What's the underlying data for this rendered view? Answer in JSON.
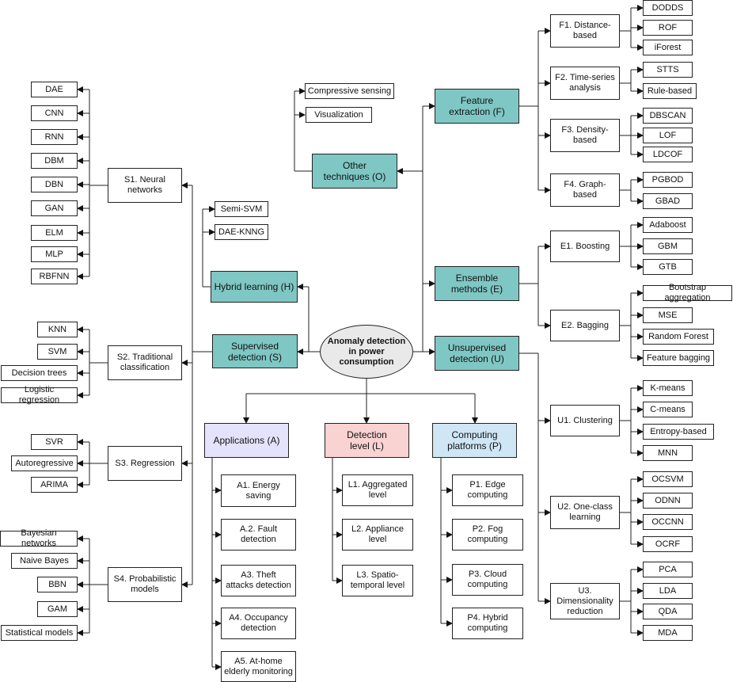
{
  "root": {
    "label": "Anomaly detection\nin power\nconsumption"
  },
  "supervised": {
    "label": "Supervised\ndetection (S)",
    "groups": [
      {
        "label": "S1. Neural\nnetworks",
        "items": [
          "DAE",
          "CNN",
          "RNN",
          "DBM",
          "DBN",
          "GAN",
          "ELM",
          "MLP",
          "RBFNN"
        ]
      },
      {
        "label": "S2. Traditional\nclassification",
        "items": [
          "KNN",
          "SVM",
          "Decision trees",
          "Logistic regression"
        ]
      },
      {
        "label": "S3. Regression",
        "items": [
          "SVR",
          "Autoregressive",
          "ARIMA"
        ]
      },
      {
        "label": "S4. Probabilistic\nmodels",
        "items": [
          "Bayesian networks",
          "Naive Bayes",
          "BBN",
          "GAM",
          "Statistical models"
        ]
      }
    ]
  },
  "hybrid": {
    "label": "Hybrid learning (H)",
    "items": [
      "Semi-SVM",
      "DAE-KNNG"
    ]
  },
  "other": {
    "label": "Other\ntechniques (O)",
    "items": [
      "Compressive sensing",
      "Visualization"
    ]
  },
  "feature": {
    "label": "Feature\nextraction (F)",
    "groups": [
      {
        "label": "F1. Distance-\nbased",
        "items": [
          "DODDS",
          "ROF",
          "iForest"
        ]
      },
      {
        "label": "F2. Time-series\nanalysis",
        "items": [
          "STTS",
          "Rule-based"
        ]
      },
      {
        "label": "F3. Density-\nbased",
        "items": [
          "DBSCAN",
          "LOF",
          "LDCOF"
        ]
      },
      {
        "label": "F4. Graph-\nbased",
        "items": [
          "PGBOD",
          "GBAD"
        ]
      }
    ]
  },
  "ensemble": {
    "label": "Ensemble\nmethods (E)",
    "groups": [
      {
        "label": "E1. Boosting",
        "items": [
          "Adaboost",
          "GBM",
          "GTB"
        ]
      },
      {
        "label": "E2. Bagging",
        "items": [
          "Bootstrap aggregation",
          "MSE",
          "Random Forest",
          "Feature bagging"
        ]
      }
    ]
  },
  "unsupervised": {
    "label": "Unsupervised\ndetection (U)",
    "groups": [
      {
        "label": "U1. Clustering",
        "items": [
          "K-means",
          "C-means",
          "Entropy-based",
          "MNN"
        ]
      },
      {
        "label": "U2. One-class\nlearning",
        "items": [
          "OCSVM",
          "ODNN",
          "OCCNN",
          "OCRF"
        ]
      },
      {
        "label": "U3.\nDimensionality\nreduction",
        "items": [
          "PCA",
          "LDA",
          "QDA",
          "MDA"
        ]
      }
    ]
  },
  "applications": {
    "label": "Applications (A)",
    "items": [
      "A1. Energy\nsaving",
      "A.2. Fault\ndetection",
      "A3. Theft\nattacks detection",
      "A4. Occupancy\ndetection",
      "A5. At-home\nelderly monitoring"
    ]
  },
  "detection_level": {
    "label": "Detection\nlevel (L)",
    "items": [
      "L1. Aggregated\nlevel",
      "L2. Appliance\nlevel",
      "L3. Spatio-\ntemporal level"
    ]
  },
  "computing": {
    "label": "Computing\nplatforms (P)",
    "items": [
      "P1. Edge\ncomputing",
      "P2. Fog\ncomputing",
      "P3. Cloud\ncomputing",
      "P4. Hybrid\ncomputing"
    ]
  },
  "colors": {
    "teal": "#7fc7c4",
    "purple": "#e4e3fb",
    "pink": "#f9d2d2",
    "blue": "#cfe6f4",
    "root": "#e9e9e9"
  }
}
